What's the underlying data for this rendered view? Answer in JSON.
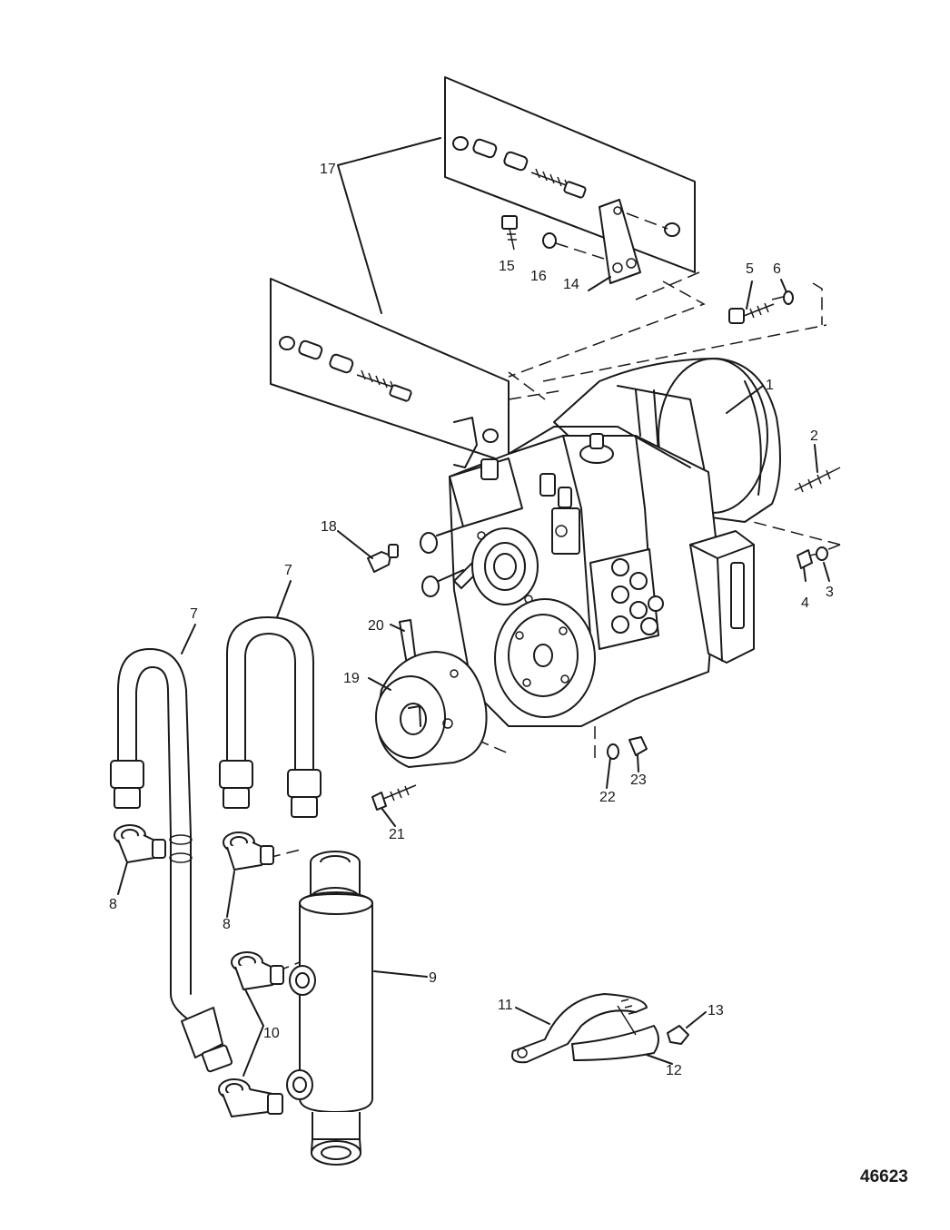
{
  "figure_number": "46623",
  "callouts": [
    "1",
    "2",
    "3",
    "4",
    "5",
    "6",
    "7",
    "8",
    "9",
    "10",
    "11",
    "12",
    "13",
    "14",
    "15",
    "16",
    "17",
    "18",
    "19",
    "20",
    "21",
    "22",
    "23"
  ]
}
